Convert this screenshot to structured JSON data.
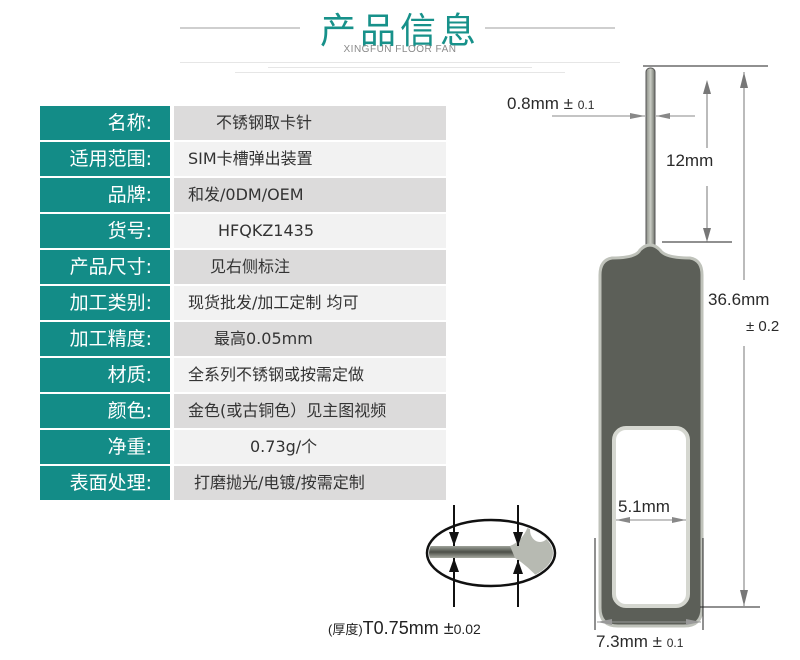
{
  "header": {
    "title": "产品信息",
    "subtitle": "XINGFUN FLOOR FAN"
  },
  "colors": {
    "accent": "#138c87",
    "title": "#17918a",
    "row_gray": "#dcdbdb",
    "row_light": "#f2f2f2"
  },
  "specs": [
    {
      "label": "名称:",
      "value": "不锈钢取卡针"
    },
    {
      "label": "适用范围:",
      "value": "SIM卡槽弹出装置"
    },
    {
      "label": "品牌:",
      "value": "和发/0DM/OEM"
    },
    {
      "label": "货号:",
      "value": "HFQKZ1435"
    },
    {
      "label": "产品尺寸:",
      "value": "见右侧标注"
    },
    {
      "label": "加工类别:",
      "value": "现货批发/加工定制 均可"
    },
    {
      "label": "加工精度:",
      "value": "最高0.05mm"
    },
    {
      "label": "材质:",
      "value": "全系列不锈钢或按需定做"
    },
    {
      "label": "颜色:",
      "value": "金色(或古铜色）见主图视频"
    },
    {
      "label": "净重:",
      "value": "0.73g/个"
    },
    {
      "label": "表面处理:",
      "value": "打磨抛光/电镀/按需定制"
    }
  ],
  "dimensions": {
    "pin_width": {
      "value": "0.8mm ±",
      "tolerance": "0.1"
    },
    "pin_length": {
      "value": "12mm"
    },
    "total_length": {
      "value": "36.6mm",
      "tolerance": "± 0.2"
    },
    "ring_inner_width": {
      "value": "5.1mm"
    },
    "ring_outer_width": {
      "value": "7.3mm ±",
      "tolerance": "0.1"
    },
    "thickness": {
      "prefix": "(厚度)",
      "value": "T0.75mm ±",
      "tolerance": "0.02"
    }
  }
}
